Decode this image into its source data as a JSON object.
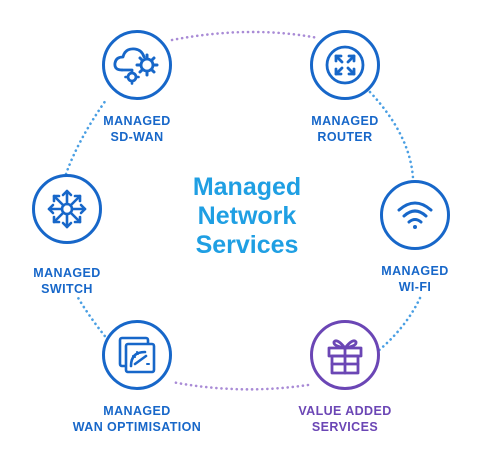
{
  "center_title": [
    "Managed",
    "Network",
    "Services"
  ],
  "colors": {
    "blue": "#1767c9",
    "purple": "#6b46b5",
    "title": "#1f9fe3",
    "ring_blue": "#4a9fe3",
    "ring_purple": "#a98bd6"
  },
  "nodes": [
    {
      "id": "sd-wan",
      "icon": "cloud-gears-icon",
      "label": [
        "MANAGED",
        "SD-WAN"
      ]
    },
    {
      "id": "router",
      "icon": "router-arrows-icon",
      "label": [
        "MANAGED",
        "ROUTER"
      ]
    },
    {
      "id": "wifi",
      "icon": "wifi-icon",
      "label": [
        "MANAGED",
        "WI-FI"
      ]
    },
    {
      "id": "value-added",
      "icon": "gift-icon",
      "label": [
        "VALUE ADDED",
        "SERVICES"
      ]
    },
    {
      "id": "wan-optimisation",
      "icon": "speed-gauge-icon",
      "label": [
        "MANAGED",
        "WAN OPTIMISATION"
      ]
    },
    {
      "id": "switch",
      "icon": "switch-arrows-icon",
      "label": [
        "MANAGED",
        "SWITCH"
      ]
    }
  ]
}
